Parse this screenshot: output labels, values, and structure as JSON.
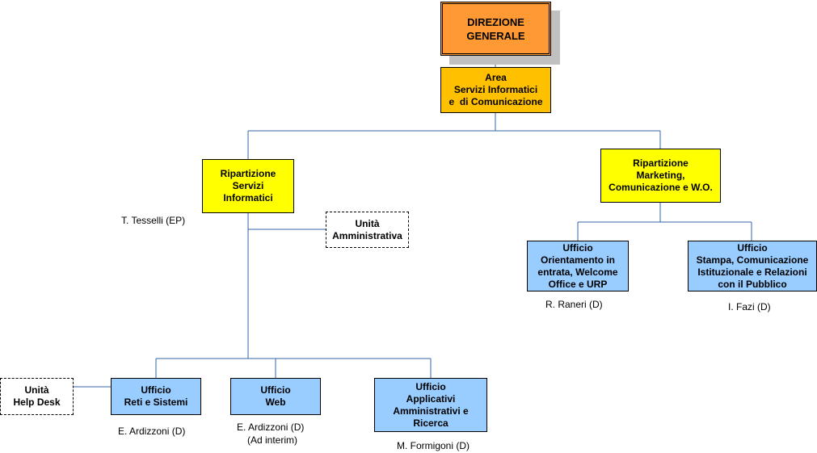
{
  "direzione": {
    "lines": [
      "DIREZIONE",
      "GENERALE"
    ]
  },
  "area": {
    "lines": [
      "Area",
      "Servizi Informatici",
      "e  di Comunicazione"
    ]
  },
  "rip_servizi": {
    "lines": [
      "Ripartizione",
      "Servizi",
      "Informatici"
    ],
    "head": "T. Tesselli (EP)"
  },
  "rip_marketing": {
    "lines": [
      "Ripartizione",
      "Marketing,",
      "Comunicazione e W.O."
    ]
  },
  "unita_amministrativa": {
    "lines": [
      "Unità",
      "Amministrativa"
    ]
  },
  "unita_helpdesk": {
    "lines": [
      "Unità",
      "Help Desk"
    ]
  },
  "uff_orientamento": {
    "lines": [
      "Ufficio",
      "Orientamento in",
      "entrata, Welcome",
      "Office e URP"
    ],
    "head": "R. Raneri (D)"
  },
  "uff_stampa": {
    "lines": [
      "Ufficio",
      "Stampa, Comunicazione",
      "Istituzionale e Relazioni",
      "con il Pubblico"
    ],
    "head": "I. Fazi (D)"
  },
  "uff_reti": {
    "lines": [
      "Ufficio",
      "Reti e Sistemi"
    ],
    "head": "E. Ardizzoni (D)"
  },
  "uff_web": {
    "lines": [
      "Ufficio",
      "Web"
    ],
    "head": "E. Ardizzoni (D)",
    "head_note": "(Ad interim)"
  },
  "uff_applicativi": {
    "lines": [
      "Ufficio",
      "Applicativi",
      "Amministrativi e",
      "Ricerca"
    ],
    "head": "M. Formigoni (D)"
  }
}
